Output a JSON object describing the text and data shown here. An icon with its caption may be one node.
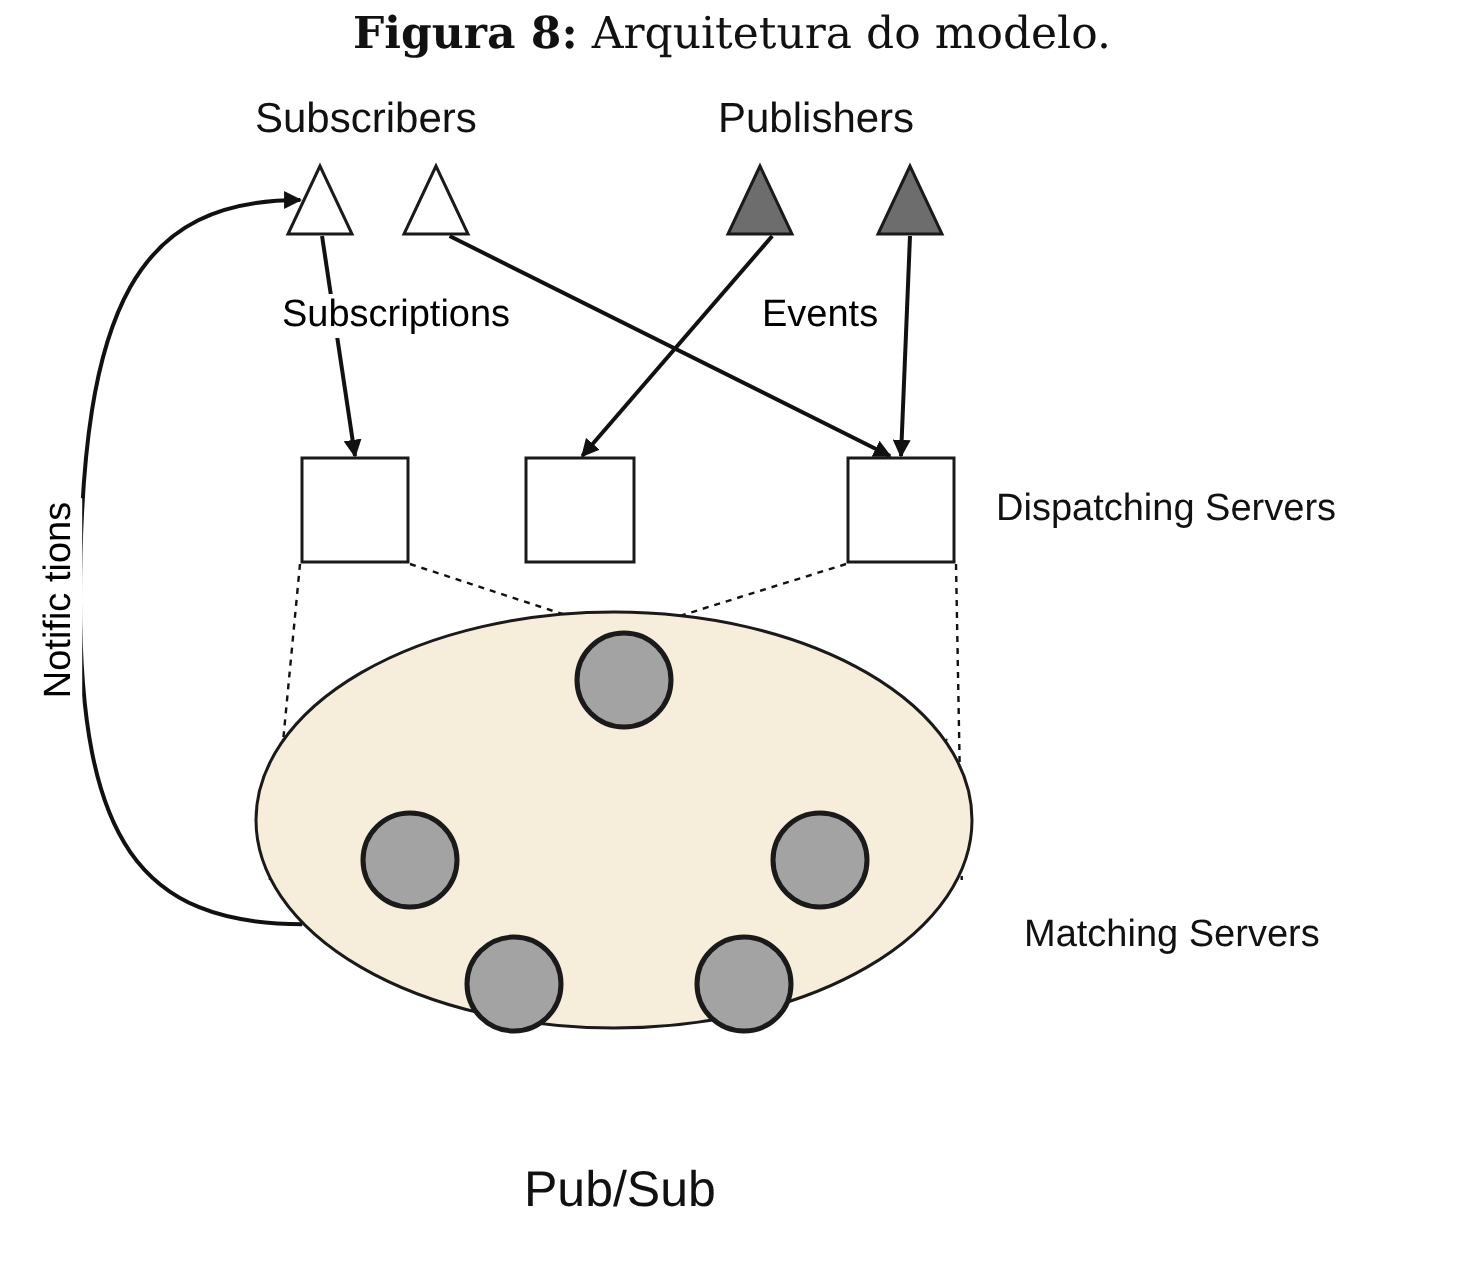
{
  "diagram": {
    "title": "**Figura 8:** Arquitetura do modelo.",
    "nodes": [
      {
        "text": [],
        "shape": "triangle"
      },
      {
        "text": [],
        "shape": "triangle"
      },
      {
        "text": [],
        "shape": "triangle"
      },
      {
        "text": [],
        "shape": "triangle"
      },
      {
        "text": [],
        "shape": "box"
      },
      {
        "text": [],
        "shape": "box"
      },
      {
        "text": [],
        "shape": "box"
      },
      {
        "text": [],
        "shape": "ellipse"
      },
      {
        "text": [],
        "shape": "circle",
        "in": 7
      },
      {
        "text": [],
        "shape": "circle",
        "in": 7
      },
      {
        "text": [],
        "shape": "circle",
        "in": 7
      },
      {
        "text": [],
        "shape": "circle",
        "in": 7
      },
      {
        "text": [],
        "shape": "circle",
        "in": 7
      }
    ],
    "edges": [
      {
        "from": 0,
        "to": 4,
        "arrow": "to",
        "label": "Subscriptions"
      },
      {
        "from": 1,
        "to": 6,
        "arrow": "to"
      },
      {
        "from": 2,
        "to": 5,
        "arrow": "to",
        "label": "Events"
      },
      {
        "from": 3,
        "to": 6,
        "arrow": "to"
      },
      {
        "from": 4,
        "to": 7,
        "arrow": "none",
        "style": "dashed"
      },
      {
        "from": 4,
        "to": 7,
        "arrow": "none",
        "style": "dashed"
      },
      {
        "from": 6,
        "to": 7,
        "arrow": "none",
        "style": "dashed"
      },
      {
        "from": 6,
        "to": 7,
        "arrow": "none",
        "style": "dashed"
      },
      {
        "from": 7,
        "to": 0,
        "arrow": "to",
        "label": "Notific tions"
      }
    ],
    "labels": [
      "Subscribers",
      "Publishers",
      "Dispatching Servers",
      "Matching Servers",
      "Pub/Sub"
    ]
  }
}
